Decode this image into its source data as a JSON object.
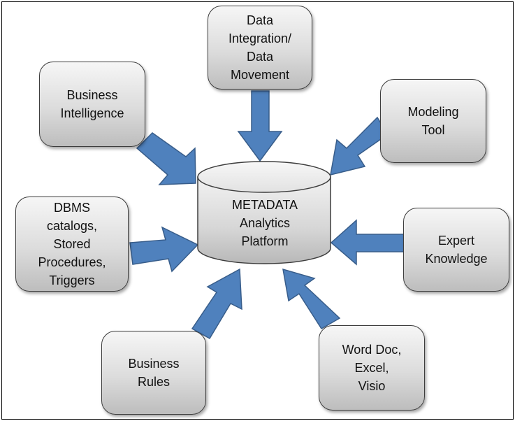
{
  "diagram": {
    "center": {
      "label": "METADATA\nAnalytics\nPlatform"
    },
    "nodes": {
      "data_integration": "Data\nIntegration/\nData\nMovement",
      "business_intelligence": "Business\nIntelligence",
      "modeling_tool": "Modeling\nTool",
      "dbms_catalogs": "DBMS\ncatalogs,\nStored\nProcedures,\nTriggers",
      "expert_knowledge": "Expert\nKnowledge",
      "business_rules": "Business\nRules",
      "word_doc": "Word Doc,\nExcel,\nVisio"
    },
    "colors": {
      "arrow_fill": "#4f81bd",
      "arrow_stroke": "#385d8a",
      "cylinder_fill": "#d9d9d9",
      "box_border": "#3d3d3d"
    }
  }
}
